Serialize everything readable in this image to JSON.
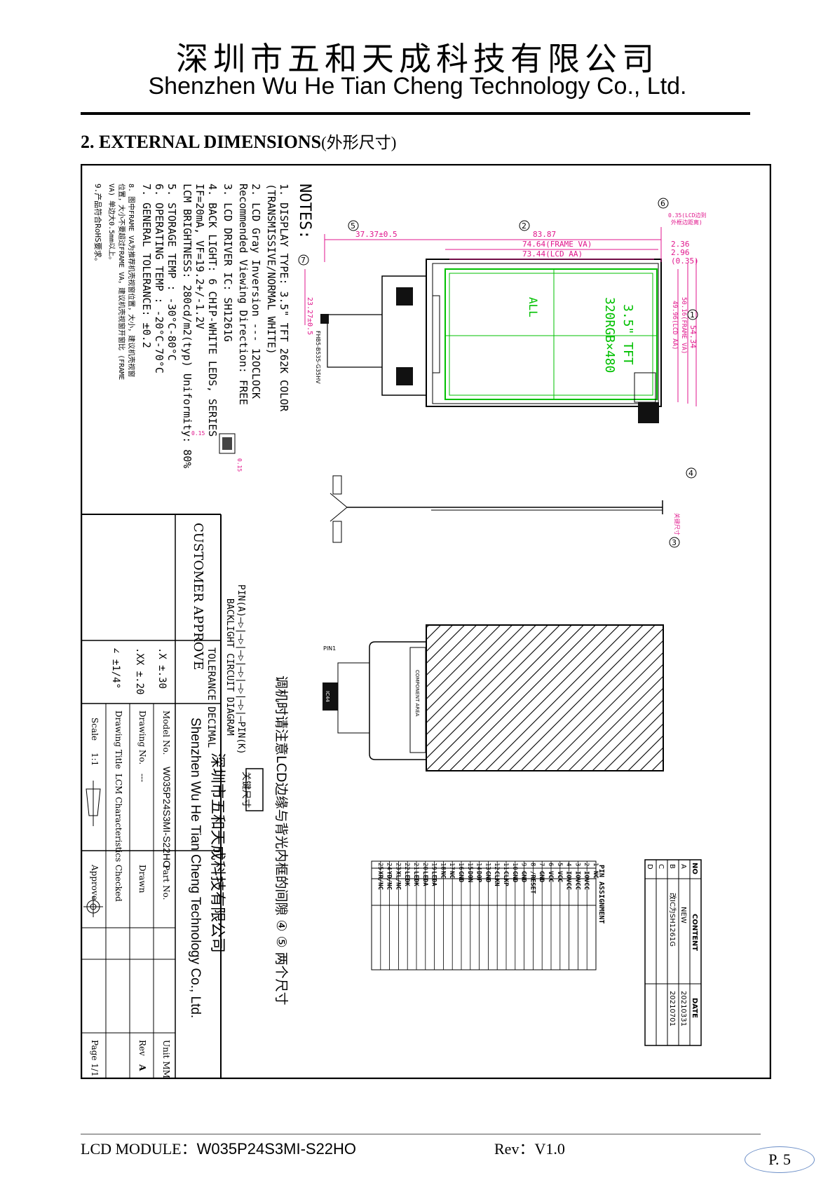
{
  "header": {
    "company_cn": "深圳市五和天成科技有限公司",
    "company_en": "Shenzhen Wu He Tian Cheng Technology Co., Ltd."
  },
  "section": {
    "title": "2. EXTERNAL DIMENSIONS",
    "title_cn": "(外形尺寸)"
  },
  "notes": {
    "heading": "NOTES:",
    "items": [
      "1. DISPLAY TYPE: 3.5\" TFT 262K COLOR",
      "   (TRANSMISSIVE/NORMAL WHITE)",
      "2. LCD Gray Inversion --- 12OCLOCK",
      "   Recommended Viewing Direction: FREE",
      "3. LCD DRIVER IC: SH1261G",
      "4. BACK LIGHT: 6 CHIP-WHITE LEDS, SERIES",
      "   IF=20mA, VF=19.2+/-1.2V",
      "   LCM BRIGHTNESS: 280cd/m2(typ) Uniformity: 80%",
      "5. STORAGE TEMP : -30°C-80°C",
      "6. OPERATING TEMP : -20°C-70°C",
      "7. GENERAL TOLERANCE: ±0.2",
      "8. 图中FRAME VA为推荐机壳视窗位置，大小，建议机壳视窗",
      "   位置，大小不要超过FRAME VA，建议机壳视窗开窗比 (FRAME",
      "   VA) 单边大0.5mm以上。",
      "9.产品符合RoHS要求。"
    ]
  },
  "drawing": {
    "display_label": "3.5\" TFT",
    "resolution_label": "320RGB×480",
    "all_label": "ALL",
    "dims": {
      "outline_w": "83.87",
      "frame_va_w": "74.64(FRAME VA)",
      "lcd_aa_w": "73.44(LCD AA)",
      "offset": "37.37±0.5",
      "fpc_len": "23.27±0.5",
      "d1": "2.36",
      "d2": "2.96",
      "d3": "(0.35)",
      "d4": "0.35(LCD边到",
      "d5": "外框边距离)",
      "height": "54.34",
      "h_frame": "50.16(FRAME VA)",
      "h_lcd": "49.96(LCD AA)",
      "small1": "0.15",
      "small2": "0.15"
    },
    "circles": [
      "1",
      "2",
      "3",
      "4",
      "5",
      "6",
      "7"
    ],
    "fpc_label": "FHB5-B535-G35HV",
    "backlight_title": "BACKLIGHT CIRCUIT DIAGRAM",
    "backlight_circuit": "PIN(A)—▷|—▷|—▷|—▷|—▷|—▷|—PIN(K)",
    "warning_cn": "调机时请注意LCD边缘与背光内框的间隙 ④ ⑤ 两个尺寸",
    "key_label": "关键尺寸",
    "component_label": "COMPONENT AREA",
    "pin_label": "PIN1",
    "ic_label": "IC44"
  },
  "revision": {
    "headers": [
      "NO",
      "CONTENT",
      "DATE"
    ],
    "rows": [
      [
        "A",
        "NEW",
        "20210331"
      ],
      [
        "B",
        "改IC为SH1261G",
        "20210701"
      ],
      [
        "C",
        "",
        ""
      ],
      [
        "D",
        "",
        ""
      ]
    ]
  },
  "pins": {
    "title": "PIN ASSIGNMENT",
    "rows": [
      [
        "1",
        "NC"
      ],
      [
        "2",
        "IOVCC"
      ],
      [
        "3",
        "IOVCC"
      ],
      [
        "4",
        "IOVCC"
      ],
      [
        "5",
        "VCC"
      ],
      [
        "6",
        "VCC"
      ],
      [
        "7",
        "GND"
      ],
      [
        "8",
        "/RESET"
      ],
      [
        "9",
        "GND"
      ],
      [
        "10",
        "GND"
      ],
      [
        "11",
        "CLKP"
      ],
      [
        "12",
        "CLKN"
      ],
      [
        "13",
        "GND"
      ],
      [
        "14",
        "D0P"
      ],
      [
        "15",
        "D0N"
      ],
      [
        "16",
        "GND"
      ],
      [
        "17",
        "NC"
      ],
      [
        "18",
        "NC"
      ],
      [
        "19",
        "LEDA"
      ],
      [
        "20",
        "LEDA"
      ],
      [
        "21",
        "LEDK"
      ],
      [
        "22",
        "LEDK"
      ],
      [
        "23",
        "XL/NC"
      ],
      [
        "24",
        "YD/NC"
      ],
      [
        "25",
        "XR/NC"
      ]
    ]
  },
  "titleblock": {
    "customer_approve": "CUSTOMER APPROVE",
    "tol_title": "TOLERANCE DECIMAL",
    "tol_x": ".X    ±.30",
    "tol_xx": ".XX  ±.20",
    "tol_angle": "∠    ±1/4°",
    "company_cn": "深圳市五和天成科技有限公司",
    "company_en": "Shenzhen Wu He Tian Cheng Technology Co., Ltd.",
    "model_label": "Model No.",
    "model_value": "W035P24S3MI-S22HO",
    "drawing_label": "Drawing No.",
    "drawing_value": "---",
    "title_label": "Drawing Title",
    "title_value": "LCM  Characteristics",
    "scale_label": "Scale",
    "scale_value": "1:1",
    "part_label": "Part No.",
    "drawn_label": "Drawn",
    "checked_label": "Checked",
    "approve_label": "Approve",
    "unit_label": "Unit MM",
    "rev_label": "Rev",
    "rev_value": "A",
    "page_label": "Page 1/1"
  },
  "footer": {
    "module_label": "LCD MODULE：",
    "module_value": "W035P24S3MI-S22HO",
    "rev": "Rev：V1.0",
    "page": "P. 5"
  },
  "colors": {
    "dimension": "#e0168c",
    "active_area": "#00c000",
    "ink": "#000000"
  }
}
